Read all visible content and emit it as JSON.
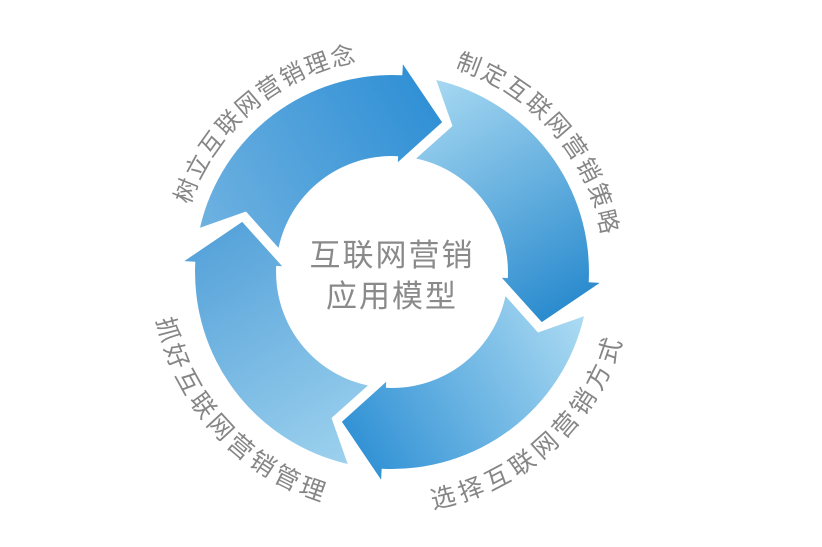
{
  "diagram": {
    "center": {
      "line1": "互联网营销",
      "line2": "应用模型"
    },
    "labels": {
      "top_left": "树立互联网营销理念",
      "top_right": "制定互联网营销策略",
      "bottom_right": "选择互联网营销方式",
      "bottom_left": "抓好互联网营销管理"
    },
    "arrows": [
      {
        "position": "top-left",
        "direction": "clockwise",
        "color_tail": "#6fb2e1",
        "color_head": "#3190d5"
      },
      {
        "position": "top-right",
        "direction": "clockwise",
        "color_tail": "#a8d9f2",
        "color_head": "#2b8bce"
      },
      {
        "position": "bottom-right",
        "direction": "clockwise",
        "color_tail": "#aedcf3",
        "color_head": "#3292d5"
      },
      {
        "position": "bottom-left",
        "direction": "clockwise",
        "color_tail": "#9ed2ee",
        "color_head": "#57a3da"
      }
    ],
    "colors": {
      "background": "#ffffff",
      "center_text": "#8a8a8a",
      "label_text": "#868686"
    }
  }
}
